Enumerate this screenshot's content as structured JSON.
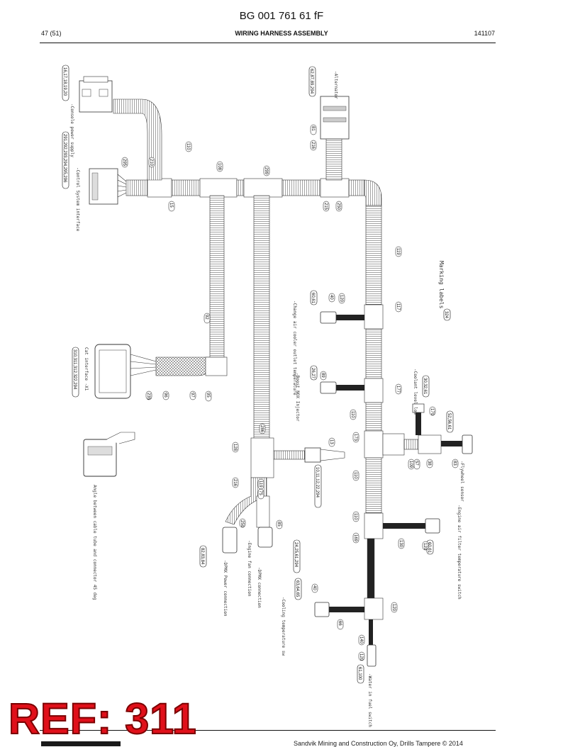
{
  "document": {
    "doc_id": "BG 001 761 61 fF",
    "page": "47 (51)",
    "title": "WIRING HARNESS ASSEMBLY",
    "date_code": "141107",
    "footer": "Sandvik Mining and Construction Oy, Drills Tampere © 2014"
  },
  "stamp": {
    "text": "REF: 311",
    "color": "#e0101a"
  },
  "diagram": {
    "connector_labels": [
      {
        "id": "c1",
        "text": "-Console power supply"
      },
      {
        "id": "c2",
        "text": "-Control System interface"
      },
      {
        "id": "c3",
        "text": "Cat interface -X1"
      },
      {
        "id": "c4",
        "text": "-Change air cooler outlet temperature"
      },
      {
        "id": "c5",
        "text": "-Boost NOX Injector"
      },
      {
        "id": "c6",
        "text": "-Coolant level low"
      },
      {
        "id": "c7",
        "text": "-Flywheel sensor"
      },
      {
        "id": "c8",
        "text": "-Engine air filter temperature switch"
      },
      {
        "id": "c9",
        "text": "-Cooling temperature sw"
      },
      {
        "id": "c10",
        "text": "-Water in fuel switch"
      },
      {
        "id": "c11",
        "text": "-Engine fan connection"
      },
      {
        "id": "c12",
        "text": "-DPMX Power connection"
      },
      {
        "id": "c13",
        "text": "-DPMX connection"
      },
      {
        "id": "c14",
        "text": "Angle between cable tube and connector 45 deg"
      },
      {
        "id": "c15",
        "text": "-Alternator"
      }
    ],
    "marking": "Marking labels",
    "part_refs": [
      {
        "id": "r1",
        "text": "16,17,18,19,20"
      },
      {
        "id": "r2",
        "text": "291,292,293,294,295,296"
      },
      {
        "id": "r3",
        "text": "310,311,312,322,294"
      },
      {
        "id": "r4",
        "text": "62,87,89,294"
      },
      {
        "id": "r5",
        "text": "60,61"
      },
      {
        "id": "r6",
        "text": "26,27"
      },
      {
        "id": "r7",
        "text": "30,32,61"
      },
      {
        "id": "r8",
        "text": "52,56,61"
      },
      {
        "id": "r9",
        "text": "10,11,12,22,294"
      },
      {
        "id": "r10",
        "text": "82,83,84"
      },
      {
        "id": "r11",
        "text": "24,25,61,294"
      },
      {
        "id": "r12",
        "text": "63,64,65"
      },
      {
        "id": "r13",
        "text": "60,61"
      },
      {
        "id": "r14",
        "text": "61,100"
      },
      {
        "id": "r15",
        "text": "324"
      }
    ],
    "callouts": [
      "110",
      "295",
      "210",
      "15",
      "108",
      "299",
      "216",
      "81",
      "215",
      "250",
      "119",
      "40",
      "120",
      "117",
      "89",
      "177",
      "110",
      "173",
      "13",
      "109",
      "110",
      "170",
      "38",
      "83",
      "57",
      "128",
      "250",
      "85",
      "75",
      "119",
      "110",
      "169",
      "130",
      "120",
      "40",
      "66",
      "120",
      "140",
      "120",
      "92",
      "235",
      "96",
      "97",
      "95",
      "286",
      "216",
      "297"
    ]
  }
}
